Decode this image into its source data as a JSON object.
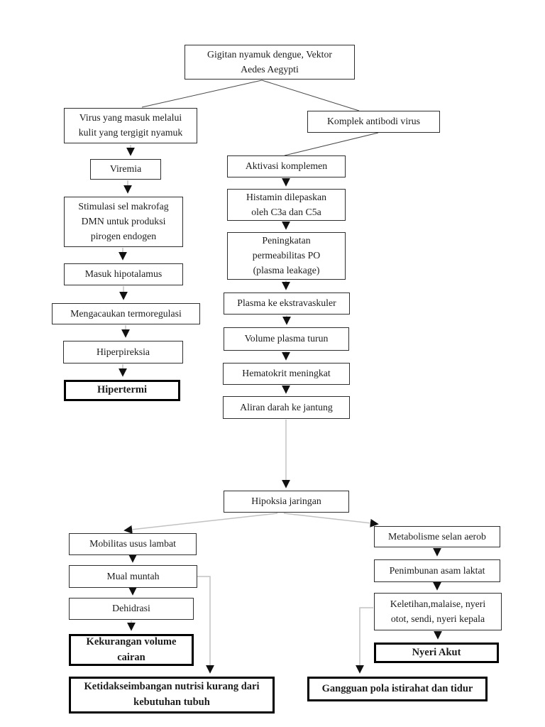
{
  "page": {
    "background": "#ffffff",
    "title": "Pathway flowchart - dengue (Indonesian)"
  },
  "colors": {
    "box_border": "#2e2e2e",
    "bold_box_border": "#000000",
    "connector_line": "#c2c2c2",
    "branch_line": "#4a4a4a",
    "arrowhead": "#111111",
    "text": "#1c1c1c"
  },
  "nodes": {
    "gigitan": {
      "label": "Gigitan nyamuk dengue, Vektor\nAedes Aegypti"
    },
    "virus_masuk": {
      "label": "Virus yang masuk melalui\nkulit yang tergigit nyamuk"
    },
    "viremia": {
      "label": "Viremia"
    },
    "stimulasi_makrofag": {
      "label": "Stimulasi sel makrofag\nDMN untuk produksi\npirogen endogen"
    },
    "masuk_hipotalamus": {
      "label": "Masuk hipotalamus"
    },
    "mengacaukan_termoregulasi": {
      "label": "Mengacaukan termoregulasi"
    },
    "hiperpireksia": {
      "label": "Hiperpireksia"
    },
    "hipertermi": {
      "label": "Hipertermi"
    },
    "komplek_antibodi": {
      "label": "Komplek antibodi virus"
    },
    "aktivasi_komplemen": {
      "label": "Aktivasi komplemen"
    },
    "histamin": {
      "label": "Histamin dilepaskan\noleh C3a dan C5a"
    },
    "peningkatan_permeabilitas": {
      "label": "Peningkatan\npermeabilitas PO\n(plasma leakage)"
    },
    "plasma_ekstravaskuler": {
      "label": "Plasma ke ekstravaskuler"
    },
    "volume_plasma_turun": {
      "label": "Volume plasma turun"
    },
    "hematokrit_meningkat": {
      "label": "Hematokrit meningkat"
    },
    "aliran_darah": {
      "label": "Aliran darah ke jantung"
    },
    "hipoksia_jaringan": {
      "label": "Hipoksia jaringan"
    },
    "mobilitas_usus": {
      "label": "Mobilitas usus lambat"
    },
    "mual_muntah": {
      "label": "Mual muntah"
    },
    "dehidrasi": {
      "label": "Dehidrasi"
    },
    "kekurangan_volume": {
      "label": "Kekurangan volume\ncairan"
    },
    "ketidakseimbangan_nutrisi": {
      "label": "Ketidakseimbangan nutrisi kurang dari\nkebutuhan tubuh"
    },
    "metabolisme_anaerob": {
      "label": "Metabolisme selan aerob"
    },
    "penimbunan_laktat": {
      "label": "Penimbunan asam laktat"
    },
    "keletihan": {
      "label": "Keletihan,malaise, nyeri\notot, sendi, nyeri kepala"
    },
    "nyeri_akut": {
      "label": "Nyeri Akut"
    },
    "gangguan_tidur": {
      "label": "Gangguan pola istirahat dan tidur"
    }
  }
}
